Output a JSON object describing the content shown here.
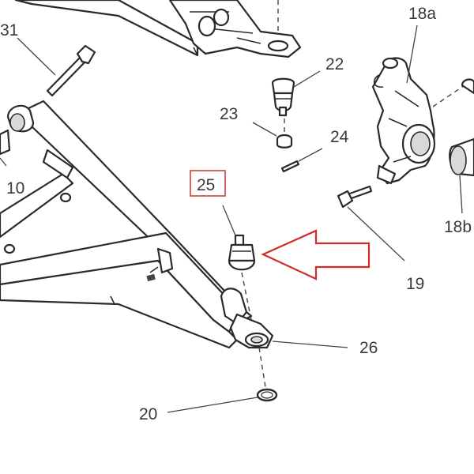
{
  "callouts": {
    "c31": "31",
    "c10": "10",
    "c22": "22",
    "c23": "23",
    "c24": "24",
    "c25": "25",
    "c26": "26",
    "c20": "20",
    "c19": "19",
    "c18a": "18a",
    "c18b": "18b"
  },
  "highlight": {
    "box_color": "#c0392b",
    "arrow_color": "#d12b2b"
  }
}
